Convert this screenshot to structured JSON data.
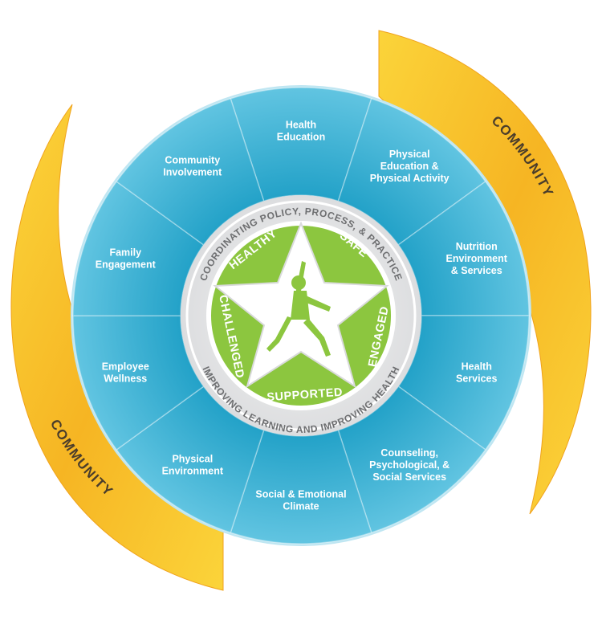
{
  "community": [
    "COMMUNITY",
    "COMMUNITY"
  ],
  "inner_ring": {
    "top_text": "COORDINATING POLICY, PROCESS, & PRACTICE",
    "bottom_text": "IMPROVING LEARNING AND IMPROVING HEALTH"
  },
  "core_values": [
    "HEALTHY",
    "SAFE",
    "ENGAGED",
    "SUPPORTED",
    "CHALLENGED"
  ],
  "components": [
    [
      "Health",
      "Education"
    ],
    [
      "Physical",
      "Education &",
      "Physical Activity"
    ],
    [
      "Nutrition",
      "Environment",
      "& Services"
    ],
    [
      "Health",
      "Services"
    ],
    [
      "Counseling,",
      "Psychological, &",
      "Social Services"
    ],
    [
      "Social & Emotional",
      "Climate"
    ],
    [
      "Physical",
      "Environment"
    ],
    [
      "Employee",
      "Wellness"
    ],
    [
      "Family",
      "Engagement"
    ],
    [
      "Community",
      "Involvement"
    ]
  ],
  "colors": {
    "segment_light": "#5ec6e3",
    "segment_dark": "#1e9fc6",
    "community_band": "#f6b523",
    "community_band_edge": "#fbd43a",
    "center_green": "#8cc63f",
    "ring_gray": "#e6e7e8",
    "text_gray": "#6d6e70"
  },
  "figure_icon": "jumping-child-icon"
}
